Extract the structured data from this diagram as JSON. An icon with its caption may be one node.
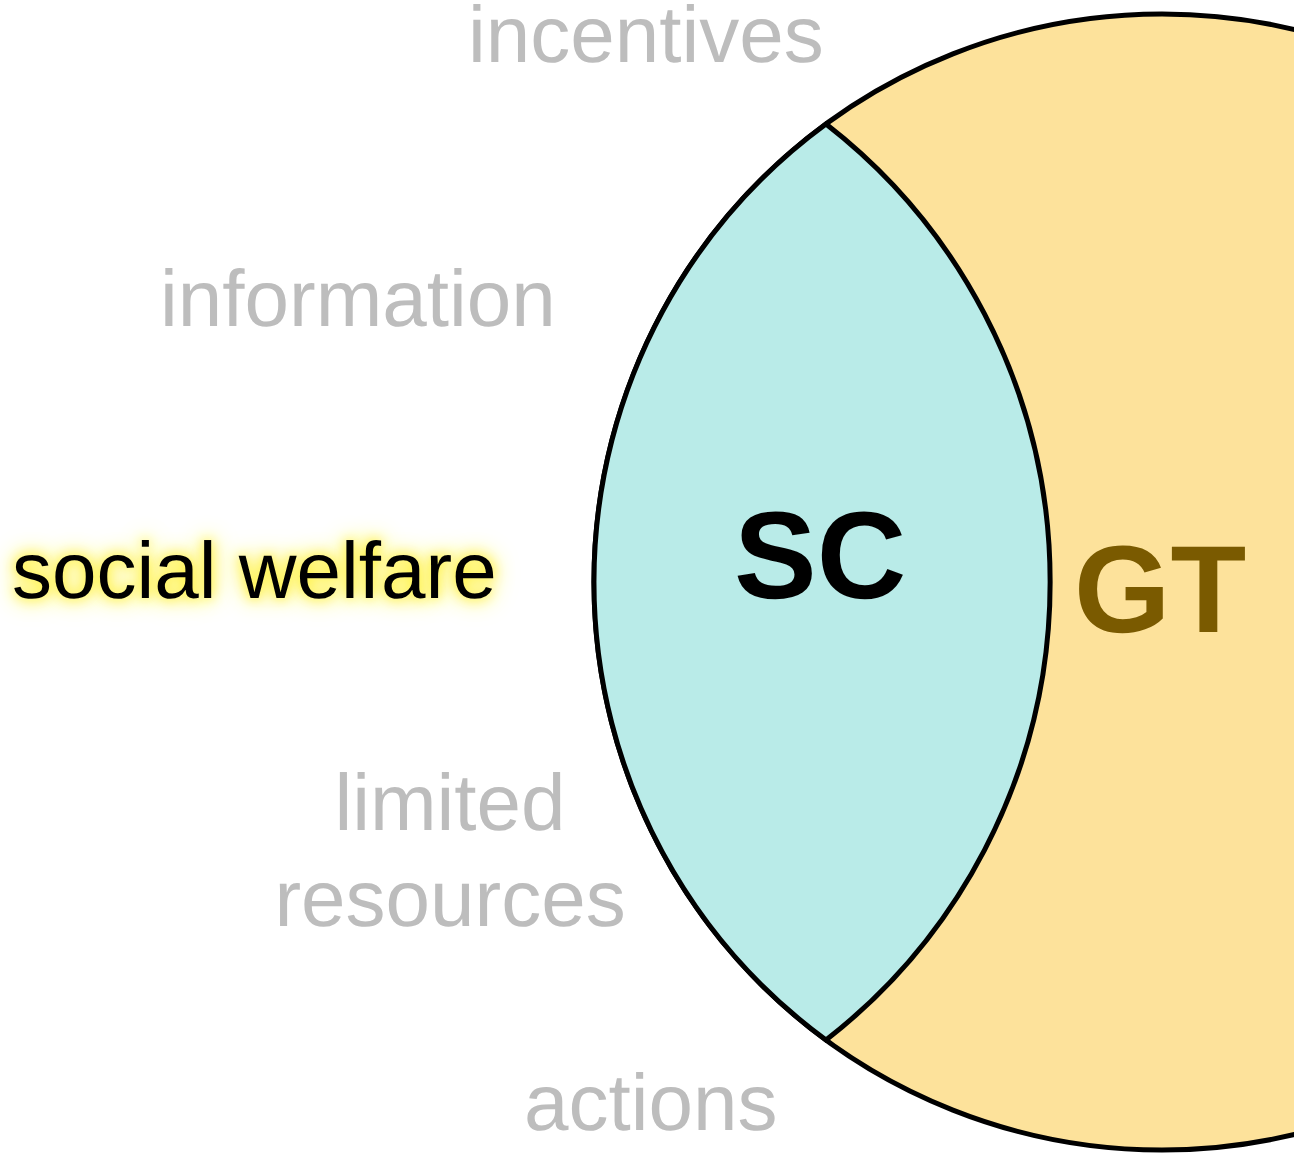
{
  "diagram": {
    "nodes": [
      {
        "text": [
          "GT"
        ]
      },
      {
        "text": [
          "SC"
        ],
        "in": 0
      }
    ],
    "edges": [],
    "labels": [
      "incentives",
      "information",
      "social welfare",
      "limited resources",
      "actions"
    ]
  }
}
